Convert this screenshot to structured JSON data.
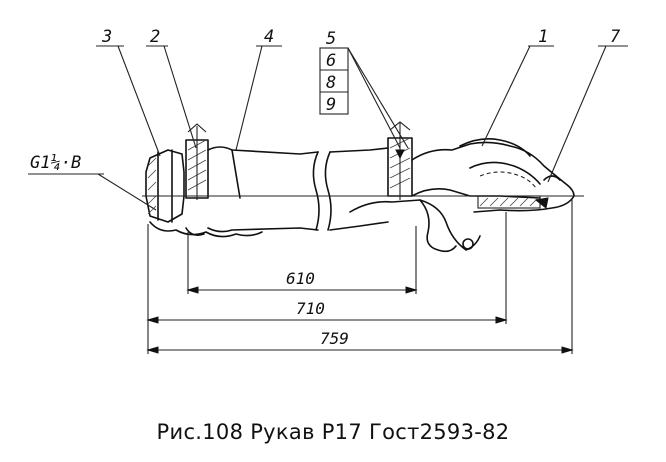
{
  "callouts": {
    "item_1": "1",
    "item_2": "2",
    "item_3": "3",
    "item_4": "4",
    "item_5": "5",
    "item_6": "6",
    "item_7": "7",
    "item_8": "8",
    "item_9": "9",
    "thread": "G1¼·B"
  },
  "dimensions": {
    "d610": "610",
    "d710": "710",
    "d759": "759"
  },
  "caption": "Рис.108 Рукав Р17 Гост2593-82"
}
